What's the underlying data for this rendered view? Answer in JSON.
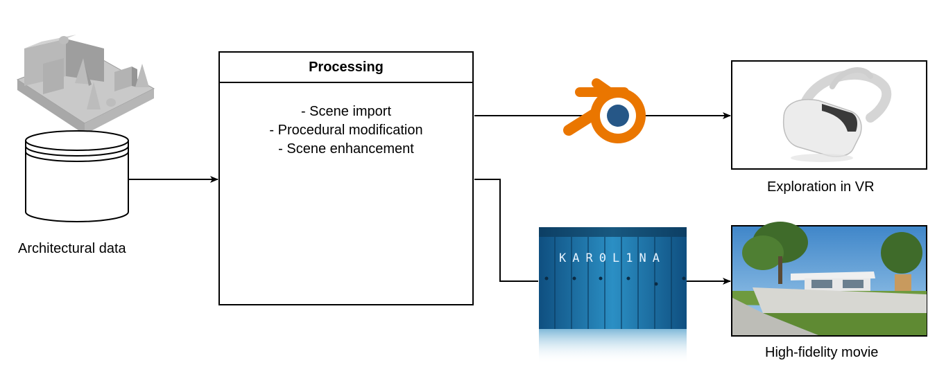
{
  "nodes": {
    "architectural_data": {
      "label": "Architectural data"
    },
    "processing": {
      "title": "Processing",
      "steps": [
        "- Scene import",
        "- Procedural modification",
        "- Scene enhancement"
      ]
    },
    "hpc": {
      "name": "KAR0L1NA"
    },
    "vr": {
      "label": "Exploration in VR"
    },
    "movie": {
      "label": "High-fidelity movie"
    }
  },
  "icons": {
    "database": "database-cylinder-icon",
    "model": "architectural-model-icon",
    "blender": "blender-logo-icon",
    "gear": "gear-icon",
    "vr_headset": "vr-headset-icon",
    "supercomputer": "supercomputer-icon",
    "house_render": "house-render-icon"
  },
  "colors": {
    "blender_orange": "#ea7600",
    "blender_blue": "#265787",
    "gear_gold": "#f2c14e",
    "hpc_blue": "#1b6fa3"
  },
  "edges": [
    {
      "from": "architectural_data",
      "to": "processing"
    },
    {
      "from": "processing",
      "to": "vr"
    },
    {
      "from": "processing",
      "to": "hpc"
    },
    {
      "from": "hpc",
      "to": "movie"
    }
  ]
}
